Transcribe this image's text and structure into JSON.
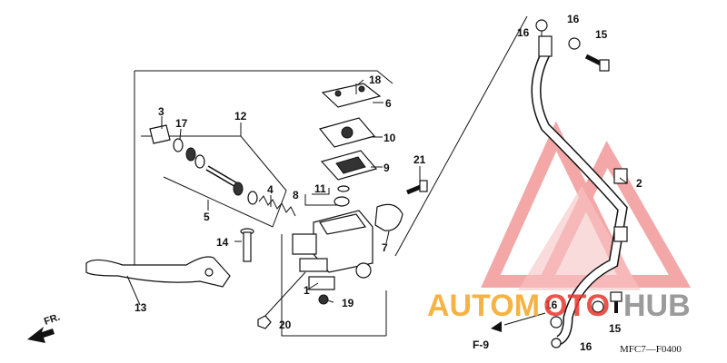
{
  "callouts": {
    "c1": "1",
    "c2": "2",
    "c3": "3",
    "c4": "4",
    "c5": "5",
    "c6": "6",
    "c7": "7",
    "c8": "8",
    "c9": "9",
    "c10": "10",
    "c11": "11",
    "c12": "12",
    "c13": "13",
    "c14": "14",
    "c15a": "15",
    "c15b": "15",
    "c16a": "16",
    "c16b": "16",
    "c16c": "16",
    "c16d": "16",
    "c17": "17",
    "c18": "18",
    "c19": "19",
    "c20": "20",
    "c21": "21"
  },
  "reference": "F-9",
  "direction_label": "FR.",
  "diagram_code": "MFC7—F0400",
  "watermark": {
    "left": "AUTOM",
    "middle": "OTO",
    "right": "HUB",
    "color_orange": "#f5a623",
    "color_red": "#e8362c",
    "color_gray": "#8a8a8a"
  },
  "icons": [
    "arrow-left-icon",
    "triangle-logo-icon"
  ]
}
